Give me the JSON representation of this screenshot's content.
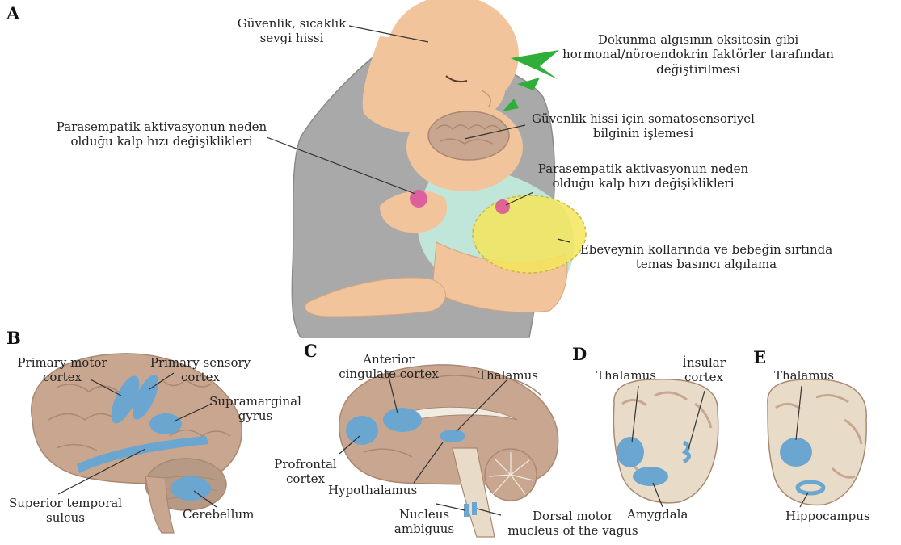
{
  "panels": {
    "a": "A",
    "b": "B",
    "c": "C",
    "d": "D",
    "e": "E"
  },
  "panel_a": {
    "security": "Güvenlik, sıcaklık\nsevgi hissi",
    "touch_oxytocin": "Dokunma algısının oksitosin gibi\nhormonal/nöroendokrin faktörler tarafından\ndeğiştirilmesi",
    "heart_left": "Parasempatik aktivasyonun neden\nolduğu kalp hızı değişiklikleri",
    "somatosensory": "Güvenlik hissi için somatosensoriyel\nbilginin işlemesi",
    "heart_right": "Parasempatik aktivasyonun neden\nolduğu kalp hızı değişiklikleri",
    "pressure": "Ebeveynin kollarında ve bebeğin sırtında\ntemas basıncı algılama"
  },
  "panel_b": {
    "primary_motor": "Primary motor\ncortex",
    "primary_sensory": "Primary sensory\ncortex",
    "supramarginal": "Supramarginal\ngyrus",
    "superior_temporal": "Superior temporal\nsulcus",
    "cerebellum": "Cerebellum"
  },
  "panel_c": {
    "anterior_cingulate": "Anterior\ncingulate cortex",
    "thalamus": "Thalamus",
    "prefrontal": "Profrontal\ncortex",
    "hypothalamus": "Hypothalamus",
    "nucleus_ambiguus": "Nucleus\nambiguus",
    "dorsal_motor": "Dorsal motor\nmucleus of the vagus"
  },
  "panel_d": {
    "thalamus": "Thalamus",
    "insular": "İnsular\ncortex",
    "amygdala": "Amygdala"
  },
  "panel_e": {
    "thalamus": "Thalamus",
    "hippocampus": "Hippocampus"
  },
  "colors": {
    "skin": "#f2c49c",
    "shirt": "#a9a9a9",
    "brain": "#c9a690",
    "brain_dark": "#a98872",
    "highlight_blue": "#6aa6cf",
    "heart_pink": "#d94f9e",
    "pressure_yellow": "#f4e55c",
    "oxytocin_green": "#2fae3a",
    "baby_shirt": "#bfe6d8"
  }
}
